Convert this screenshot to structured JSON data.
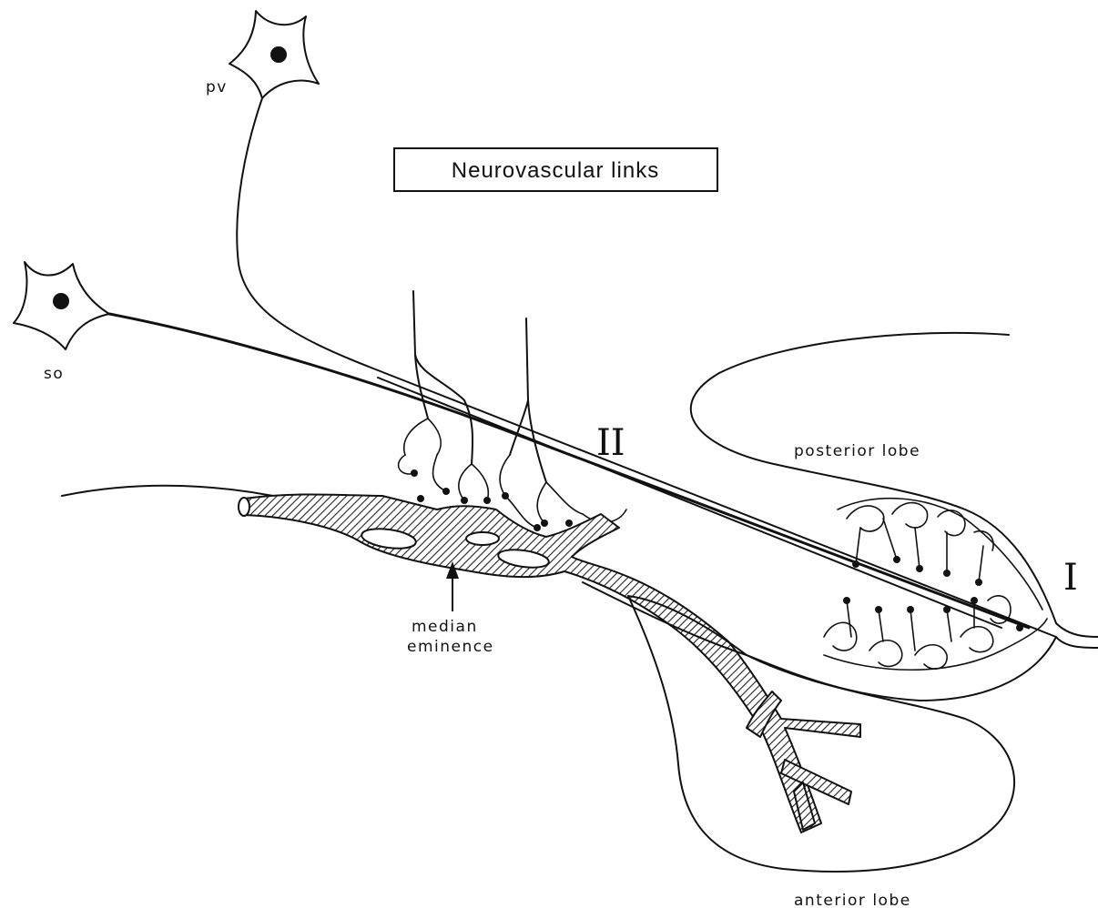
{
  "title": "Neurovascular links",
  "labels": {
    "pv": "pv",
    "so": "so",
    "region_ii": "II",
    "region_i": "I",
    "posterior_lobe": "posterior lobe",
    "anterior_lobe": "anterior lobe",
    "median_eminence_line1": "median",
    "median_eminence_line2": "eminence"
  }
}
